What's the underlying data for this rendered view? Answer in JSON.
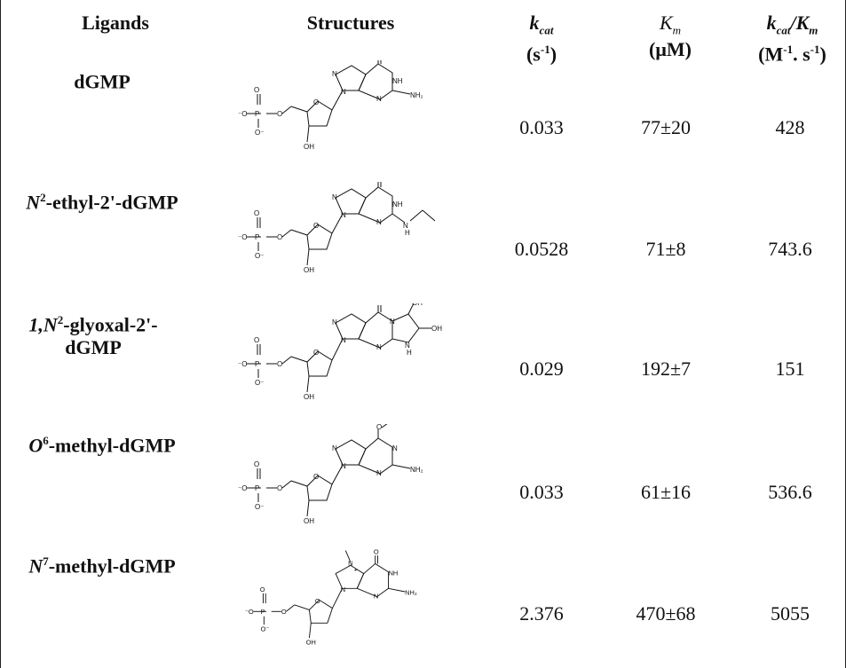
{
  "headers": {
    "ligands": "Ligands",
    "structures": "Structures",
    "kcat": {
      "k": "k",
      "sub": "cat",
      "unit_prefix": "(s",
      "unit_sup": "-1",
      "unit_suffix": ")"
    },
    "km": {
      "k": "K",
      "sub": "m",
      "unit": "(μM)"
    },
    "kcat_km": {
      "k1": "k",
      "sub1": "cat",
      "slash": "/",
      "k2": "K",
      "sub2": "m",
      "unit_a": "(M",
      "sup_a": "-1",
      "unit_b": ". s",
      "sup_b": "-1",
      "unit_c": ")"
    }
  },
  "rows": [
    {
      "ligand_html": {
        "pre": "",
        "sup": "",
        "post": "dGMP"
      },
      "kcat": "0.033",
      "km": "77±20",
      "ratio": "428"
    },
    {
      "ligand_html": {
        "pre": "N",
        "sup": "2",
        "post": "-ethyl-2'-dGMP"
      },
      "kcat": "0.0528",
      "km": "71±8",
      "ratio": "743.6"
    },
    {
      "ligand_html": {
        "pre": "1,N",
        "sup": "2",
        "post": "-glyoxal-2'-dGMP"
      },
      "kcat": "0.029",
      "km": "192±7",
      "ratio": "151"
    },
    {
      "ligand_html": {
        "pre": "O",
        "sup": "6",
        "post": "-methyl-dGMP"
      },
      "kcat": "0.033",
      "km": "61±16",
      "ratio": "536.6"
    },
    {
      "ligand_html": {
        "pre": "N",
        "sup": "7",
        "post": "-methyl-dGMP"
      },
      "kcat": "2.376",
      "km": "470±68",
      "ratio": "5055"
    }
  ],
  "atoms": {
    "o": "O",
    "n": "N",
    "nh": "NH",
    "h": "H",
    "nh2": "NH₂",
    "oh": "OH",
    "p": "P",
    "o_minus": "⁻O",
    "o_minus_b": "O⁻",
    "plus": "+"
  }
}
